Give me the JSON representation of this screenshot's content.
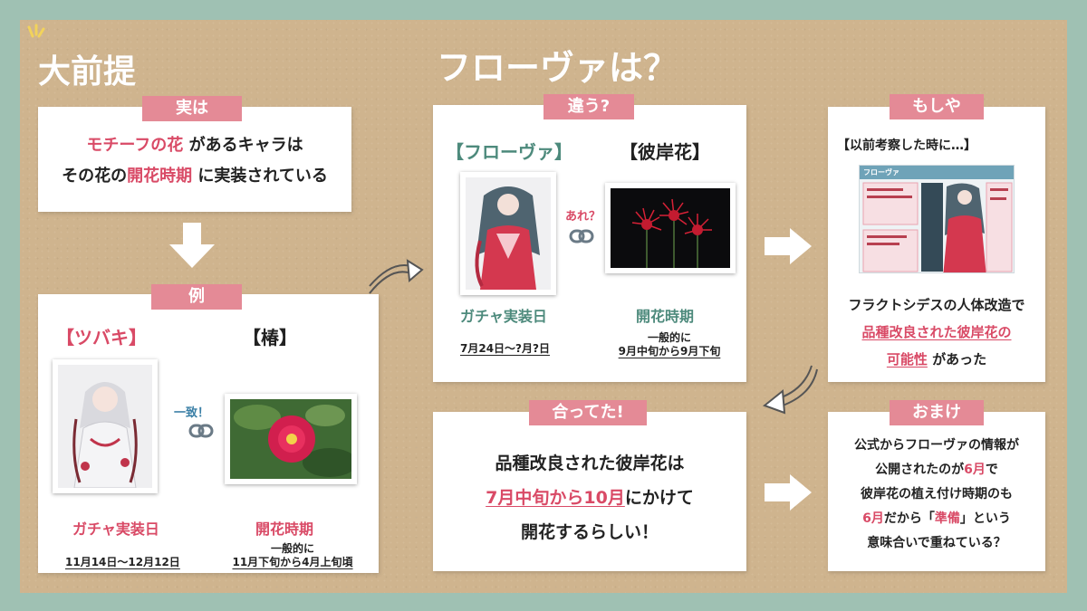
{
  "titles": {
    "premise": "大前提",
    "main": "フローヴァは？"
  },
  "box_jitsuha": {
    "tag": "実は",
    "line1_a": "モチーフの花",
    "line1_b": " があるキャラは",
    "line2_a": "その花の",
    "line2_b": "開花時期",
    "line2_c": " に実装されている"
  },
  "box_rei": {
    "tag": "例",
    "left_title": "【ツバキ】",
    "right_title": "【椿】",
    "match_label": "一致！",
    "left_caption": "ガチャ実装日",
    "right_caption": "開花時期",
    "left_date": "11月14日〜12月12日",
    "right_note1": "一般的に",
    "right_note2": "11月下旬から4月上旬頃"
  },
  "box_chigau": {
    "tag": "違う?",
    "left_title": "【フローヴァ】",
    "right_title": "【彼岸花】",
    "question_label": "あれ？",
    "left_caption": "ガチャ実装日",
    "right_caption": "開花時期",
    "left_date": "7月24日〜?月?日",
    "right_note1": "一般的に",
    "right_note2": "9月中旬から9月下旬"
  },
  "box_moshiya": {
    "tag": "もしや",
    "subtitle": "【以前考察した時に…】",
    "thumb_title": "フローヴァ",
    "line1": "フラクトシデスの人体改造で",
    "line2": "品種改良された彼岸花の",
    "line3_a": "可能性",
    "line3_b": " があった"
  },
  "box_atteta": {
    "tag": "合ってた!",
    "line1": "品種改良された彼岸花は",
    "line2_a": "7月中旬から10月",
    "line2_b": "にかけて",
    "line3": "開花するらしい！"
  },
  "box_omake": {
    "tag": "おまけ",
    "line1": "公式からフローヴァの情報が",
    "line2_a": "公開されたのが",
    "line2_b": "6月",
    "line2_c": "で",
    "line3": "彼岸花の植え付け時期のも",
    "line4_a": "6月",
    "line4_b": "だから「",
    "line4_c": "準備",
    "line4_d": "」という",
    "line5": "意味合いで重ねている？"
  },
  "colors": {
    "accent_pink": "#d94a66",
    "tag_pink": "#e48a96",
    "teal": "#4d8a7c",
    "board": "#cfb48e",
    "frame": "#9fc1b3"
  },
  "icons": [
    "down-arrow-icon",
    "right-arrow-icon",
    "curved-arrow-icon",
    "link-icon",
    "sparkle-icon"
  ]
}
